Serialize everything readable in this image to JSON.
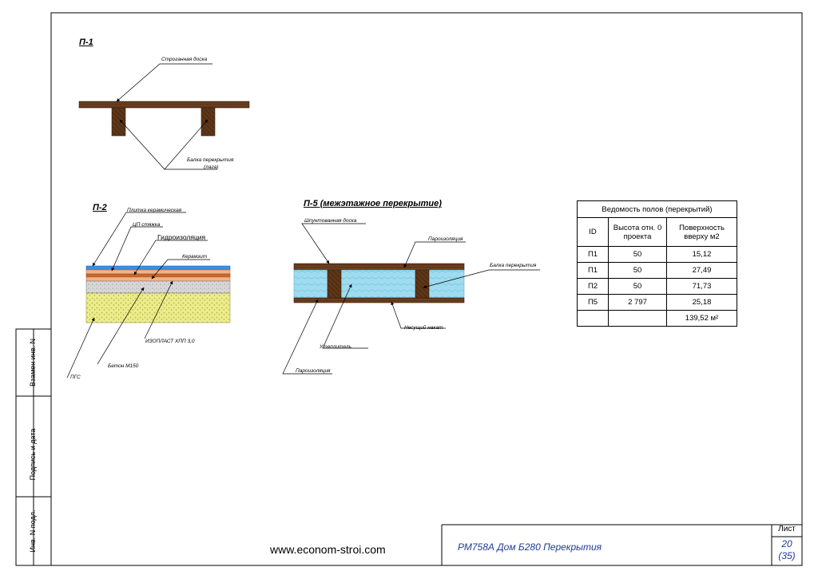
{
  "p1": {
    "title": "П-1",
    "label_board": "Строганная доска",
    "label_beam_1": "Балка перекрытия",
    "label_beam_2": "(лага)"
  },
  "p2": {
    "title": "П-2",
    "label_tile": "Плитка керамическая",
    "label_screed": "ЦП стяжка",
    "label_waterproof": "Гидроизоляция",
    "label_keramzit": "Керамзит",
    "label_izoplast": "ИЗОПЛАСТ ХПП 3,0",
    "label_concrete": "Бетон М150",
    "label_pgs": "ПГС"
  },
  "p5": {
    "title": "П-5 (межэтажное перекрытие)",
    "label_top_board": "Шпунтованная доска",
    "label_vapor_top": "Пароизоляция",
    "label_beam": "Балка перекрытия",
    "label_deck": "Несущий накат",
    "label_insulation": "Утеплитель",
    "label_vapor_bottom": "Пароизоляция"
  },
  "schedule": {
    "title": "Ведомость полов (перекрытий)",
    "headers": [
      "ID",
      "Высота отн. 0 проекта",
      "Поверхность вверху м2"
    ],
    "rows": [
      [
        "П1",
        "50",
        "15,12"
      ],
      [
        "П1",
        "50",
        "27,49"
      ],
      [
        "П2",
        "50",
        "71,73"
      ],
      [
        "П5",
        "2 797",
        "25,18"
      ],
      [
        "",
        "",
        "139,52 м²"
      ]
    ]
  },
  "side": {
    "box1": "Взамен инв. N",
    "box2": "Подпись и дата",
    "box3": "Инв. N подл."
  },
  "footer": {
    "website": "www.econom-stroi.com",
    "stamp": "РМ758А Дом  Б280   Перекрытия",
    "sheet_label": "Лист",
    "sheet_num": "20",
    "sheet_total": "(35)"
  }
}
